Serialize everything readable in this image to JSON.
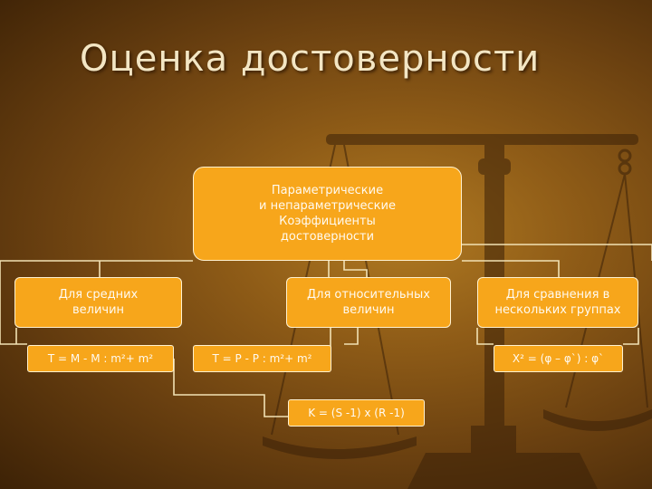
{
  "title": "Оценка достоверности",
  "root": "Параметрические\nи непараметрические\nКоэффициенты\nдостоверности",
  "categories": {
    "mean": "Для средних\nвеличин",
    "relative": "Для относительных\nвеличин",
    "groups": "Для сравнения в\nнескольких группах"
  },
  "formulas": {
    "t_mean": "T = M - M : m²+ m²",
    "t_relative": "T = P - P : m²+ m²",
    "chi_square": "X² = (φ – φ`) : φ`",
    "k": "K = (S -1) x (R -1)"
  },
  "colors": {
    "box_fill": "#f7a61b",
    "box_border": "#fff1cf",
    "connector": "#f2e2b4",
    "title_text": "#f3e6c4"
  }
}
